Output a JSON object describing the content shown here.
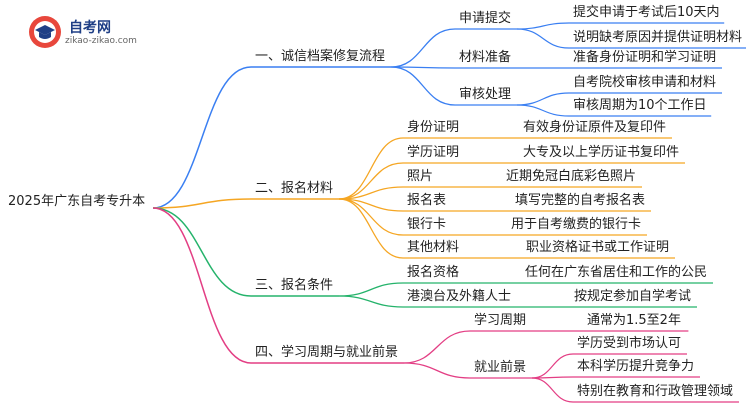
{
  "logo": {
    "name": "自考网",
    "url": "zikao-zikao.com"
  },
  "root": "2025年广东自考专升本",
  "colors": {
    "blue": "#3a7ff2",
    "orange": "#f5a623",
    "green": "#25b36b",
    "pink": "#e33e84"
  },
  "branches": [
    {
      "label": "一、诚信档案修复流程",
      "color": "blue",
      "children": [
        {
          "label": "申请提交",
          "details": [
            "提交申请于考试后10天内",
            "说明缺考原因并提供证明材料"
          ]
        },
        {
          "label": "材料准备",
          "details": [
            "准备身份证明和学习证明"
          ]
        },
        {
          "label": "审核处理",
          "details": [
            "自考院校审核申请和材料",
            "审核周期为10个工作日"
          ]
        }
      ]
    },
    {
      "label": "二、报名材料",
      "color": "orange",
      "children": [
        {
          "label": "身份证明",
          "details": [
            "有效身份证原件及复印件"
          ]
        },
        {
          "label": "学历证明",
          "details": [
            "大专及以上学历证书复印件"
          ]
        },
        {
          "label": "照片",
          "details": [
            "近期免冠白底彩色照片"
          ]
        },
        {
          "label": "报名表",
          "details": [
            "填写完整的自考报名表"
          ]
        },
        {
          "label": "银行卡",
          "details": [
            "用于自考缴费的银行卡"
          ]
        },
        {
          "label": "其他材料",
          "details": [
            "职业资格证书或工作证明"
          ]
        }
      ]
    },
    {
      "label": "三、报名条件",
      "color": "green",
      "children": [
        {
          "label": "报名资格",
          "details": [
            "任何在广东省居住和工作的公民"
          ]
        },
        {
          "label": "港澳台及外籍人士",
          "details": [
            "按规定参加自学考试"
          ]
        }
      ]
    },
    {
      "label": "四、学习周期与就业前景",
      "color": "pink",
      "children": [
        {
          "label": "学习周期",
          "details": [
            "通常为1.5至2年"
          ]
        },
        {
          "label": "就业前景",
          "details": [
            "学历受到市场认可",
            "本科学历提升竞争力",
            "特别在教育和行政管理领域"
          ]
        }
      ]
    }
  ]
}
